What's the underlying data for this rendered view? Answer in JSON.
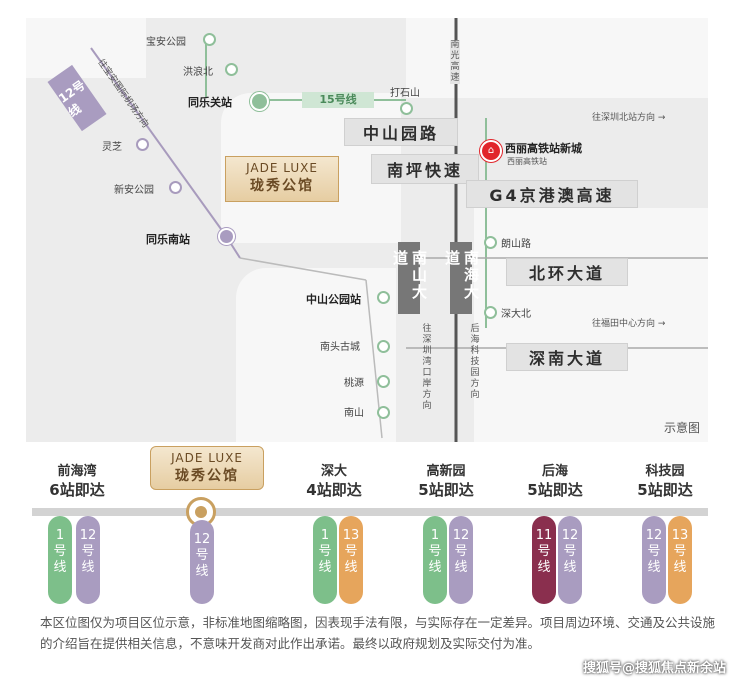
{
  "map": {
    "highway_15_label": "15号线",
    "roads": {
      "zhongshanyuan": "中山园路",
      "nanping": "南坪快速",
      "g4": "G4京港澳高速",
      "beihuan": "北环大道",
      "shennan": "深南大道",
      "nanshan": "南山大道",
      "nanhai": "南海大道"
    },
    "line12_tag": "12号线",
    "line12_direction": "往宝安国际机场方向",
    "vertical_directions": {
      "north": "南光高速",
      "shenzhenwan": "往深圳湾口岸方向",
      "houhai": "后海科技园方向"
    },
    "east_directions": {
      "north_station": "往深圳北站方向 →",
      "futian": "往福田中心方向 →"
    },
    "stations": {
      "baoan_park": "宝安公园",
      "honglang_north": "洪浪北",
      "tongleguan": "同乐关站",
      "lingzhi": "灵芝",
      "xinan_park": "新安公园",
      "tongle_south": "同乐南站",
      "zhongshan_park": "中山公园站",
      "nantou": "南头古城",
      "taoyuan": "桃源",
      "nanshan": "南山",
      "dashishan": "打石山",
      "langshan": "朗山路",
      "shenda_north": "深大北"
    },
    "xili": {
      "name": "西丽高铁站新城",
      "sub": "西丽高铁站"
    },
    "jade": {
      "en": "JADE LUXE",
      "cn": "珑秀公馆"
    },
    "legend": "示意图"
  },
  "bar": {
    "destinations": [
      {
        "name": "前海湾",
        "time": "6站即达"
      },
      {
        "name": "深大",
        "time": "4站即达"
      },
      {
        "name": "高新园",
        "time": "5站即达"
      },
      {
        "name": "后海",
        "time": "5站即达"
      },
      {
        "name": "科技园",
        "time": "5站即达"
      }
    ],
    "jade": {
      "en": "JADE LUXE",
      "cn": "珑秀公馆"
    },
    "pills": [
      {
        "num": "1",
        "unit": "号线",
        "color": "#7dbf8a"
      },
      {
        "num": "12",
        "unit": "号线",
        "color": "#a99cc0"
      },
      {
        "num": "12",
        "unit": "号线",
        "color": "#a99cc0"
      },
      {
        "num": "1",
        "unit": "号线",
        "color": "#7dbf8a"
      },
      {
        "num": "13",
        "unit": "号线",
        "color": "#e6a55c"
      },
      {
        "num": "1",
        "unit": "号线",
        "color": "#7dbf8a"
      },
      {
        "num": "12",
        "unit": "号线",
        "color": "#a99cc0"
      },
      {
        "num": "11",
        "unit": "号线",
        "color": "#8a2f4e"
      },
      {
        "num": "12",
        "unit": "号线",
        "color": "#a99cc0"
      },
      {
        "num": "12",
        "unit": "号线",
        "color": "#a99cc0"
      },
      {
        "num": "13",
        "unit": "号线",
        "color": "#e6a55c"
      }
    ]
  },
  "disclaimer": "本区位图仅为项目区位示意，非标准地图缩略图，因表现手法有限，与实际存在一定差异。项目周边环境、交通及公共设施的介绍旨在提供相关信息，不意味开发商对此作出承诺。最终以政府规划及实际交付为准。",
  "watermark": "搜狐号@搜狐焦点新余站"
}
